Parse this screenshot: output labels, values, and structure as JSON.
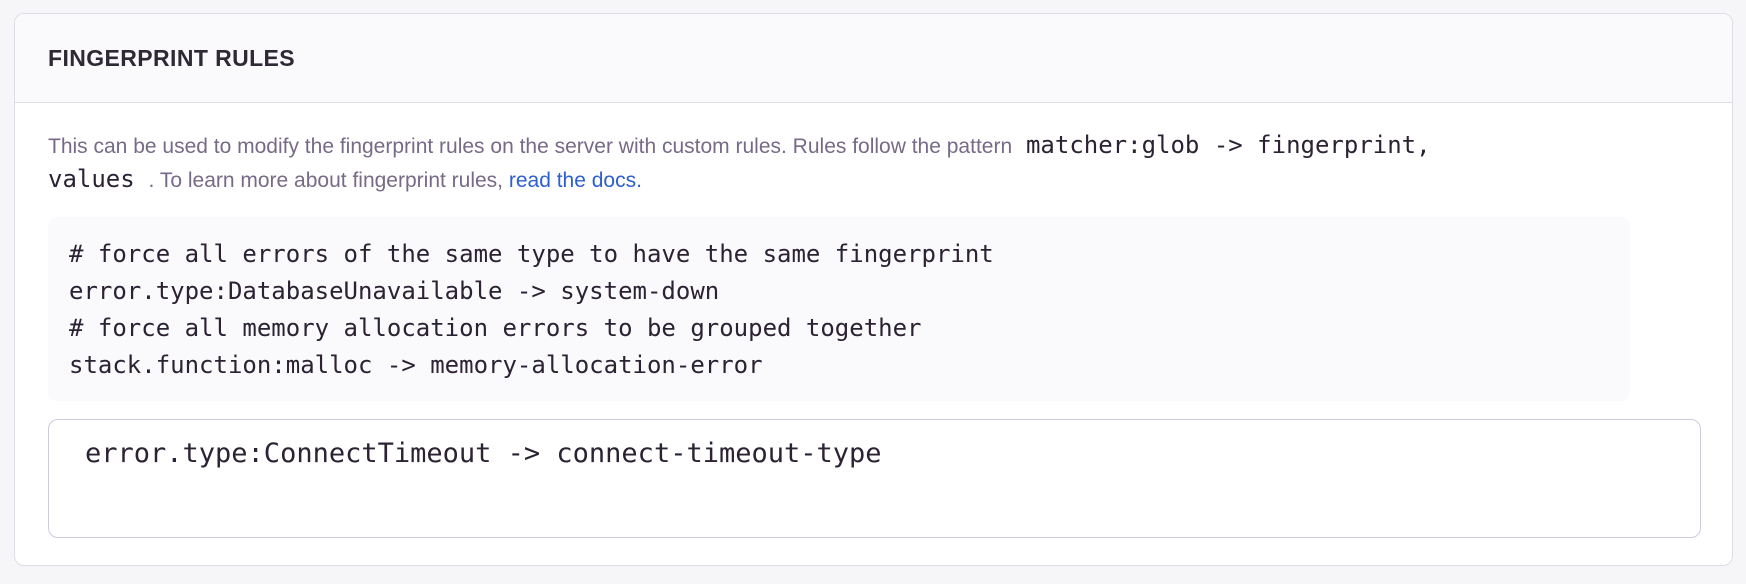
{
  "panel": {
    "title": "FINGERPRINT RULES",
    "description": {
      "part1": "This can be used to modify the fingerprint rules on the server with custom rules. Rules follow the pattern",
      "code1": "matcher:glob -> fingerprint,",
      "code2": "values",
      "part2": ". To learn more about fingerprint rules,",
      "link_label": "read the docs."
    },
    "example_code": "# force all errors of the same type to have the same fingerprint\nerror.type:DatabaseUnavailable -> system-down\n# force all memory allocation errors to be grouped together\nstack.function:malloc -> memory-allocation-error",
    "input": {
      "value": "error.type:ConnectTimeout -> connect-timeout-type"
    }
  },
  "colors": {
    "page_bg": "#f6f6f9",
    "panel_border": "#e0dce5",
    "header_bg": "#faf9fb",
    "title_text": "#2f2936",
    "body_text": "#776a87",
    "code_text": "#2b2233",
    "code_bg": "#faf9fb",
    "link": "#2c5fd2",
    "input_border": "#cfc9d9"
  }
}
